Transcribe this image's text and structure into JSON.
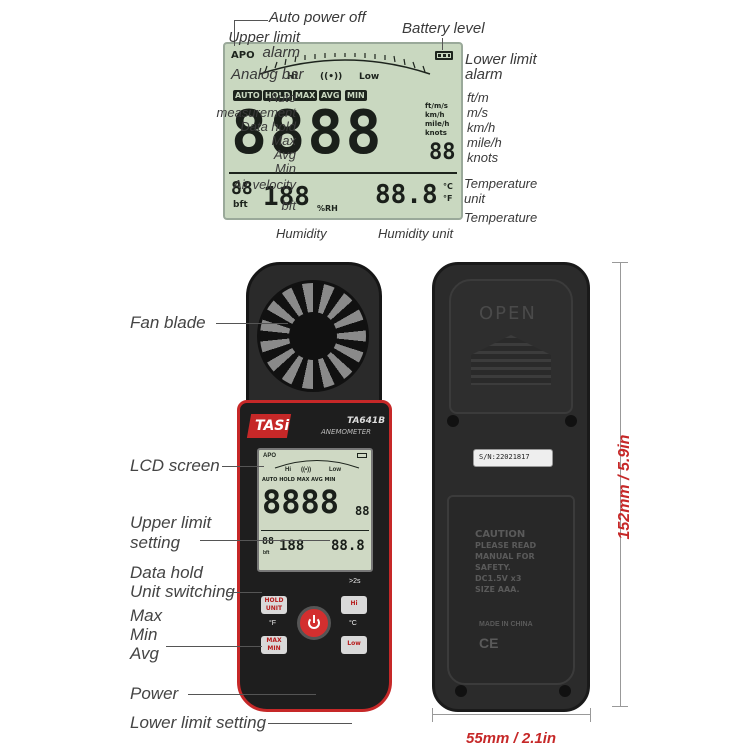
{
  "lcd_callouts": {
    "auto_power_off": "Auto power off",
    "battery_level": "Battery level",
    "upper_limit_alarm": "Upper limit\nalarm",
    "lower_limit_alarm": "Lower limit\nalarm",
    "analog_bar": "Analog bar",
    "auto_measurement": "Auto\nmeasurement",
    "data_hold": "Data hold",
    "max": "Max",
    "avg": "Avg",
    "min": "Min",
    "air_velocity": "Air velocity",
    "bft": "bft",
    "humidity": "Humidity",
    "humidity_unit": "Humidity unit",
    "temperature_unit": "Temperature\nunit",
    "temperature": "Temperature",
    "units": [
      "ft/m",
      "m/s",
      "km/h",
      "mile/h",
      "knots"
    ]
  },
  "lcd": {
    "apo": "APO",
    "hi": "Hi",
    "low": "Low",
    "alarm_symbol": "((•))",
    "modes": [
      "AUTO",
      "HOLD",
      "MAX",
      "AVG",
      "MIN"
    ],
    "main_digits": "8888",
    "small_digits": "88",
    "unit_list": [
      "ft/m/s",
      "km/h",
      "mile/h",
      "knots"
    ],
    "bft_digits": "88",
    "bft_label": "bft",
    "humidity_digits": "188",
    "rh_label": "%RH",
    "temp_digits": "88.8",
    "temp_unit_c": "°C",
    "temp_unit_f": "°F"
  },
  "front_callouts": {
    "fan_blade": "Fan blade",
    "lcd_screen": "LCD screen",
    "upper_limit_setting": "Upper limit\nsetting",
    "data_hold": "Data hold",
    "unit_switching": "Unit switching",
    "max": "Max",
    "min": "Min",
    "avg": "Avg",
    "power": "Power",
    "lower_limit_setting": "Lower limit setting"
  },
  "device_front": {
    "brand": "TASi",
    "model": "TA641B",
    "type": "ANEMOMETER",
    "btn_hold_unit": "HOLD\nUNIT",
    "btn_hi": "Hi",
    "btn_max_min": "MAX\nMIN",
    "btn_low": "Low",
    "deg_f": "°F",
    "deg_c": "°C",
    "hold_hint": ">2s"
  },
  "device_back": {
    "open_label": "OPEN",
    "serial": "S/N:22021817",
    "caution_title": "CAUTION",
    "caution_lines": [
      "PLEASE READ",
      "MANUAL FOR",
      "SAFETY.",
      "DC1.5V x3",
      "SIZE AAA."
    ],
    "made_in": "MADE IN CHINA",
    "ce": "CE"
  },
  "dimensions": {
    "height": "152mm / 5.9in",
    "width": "55mm / 2.1in"
  },
  "colors": {
    "accent_red": "#c62828",
    "lcd_bg": "#c9d8c0",
    "device_body": "#2b2b2b"
  }
}
